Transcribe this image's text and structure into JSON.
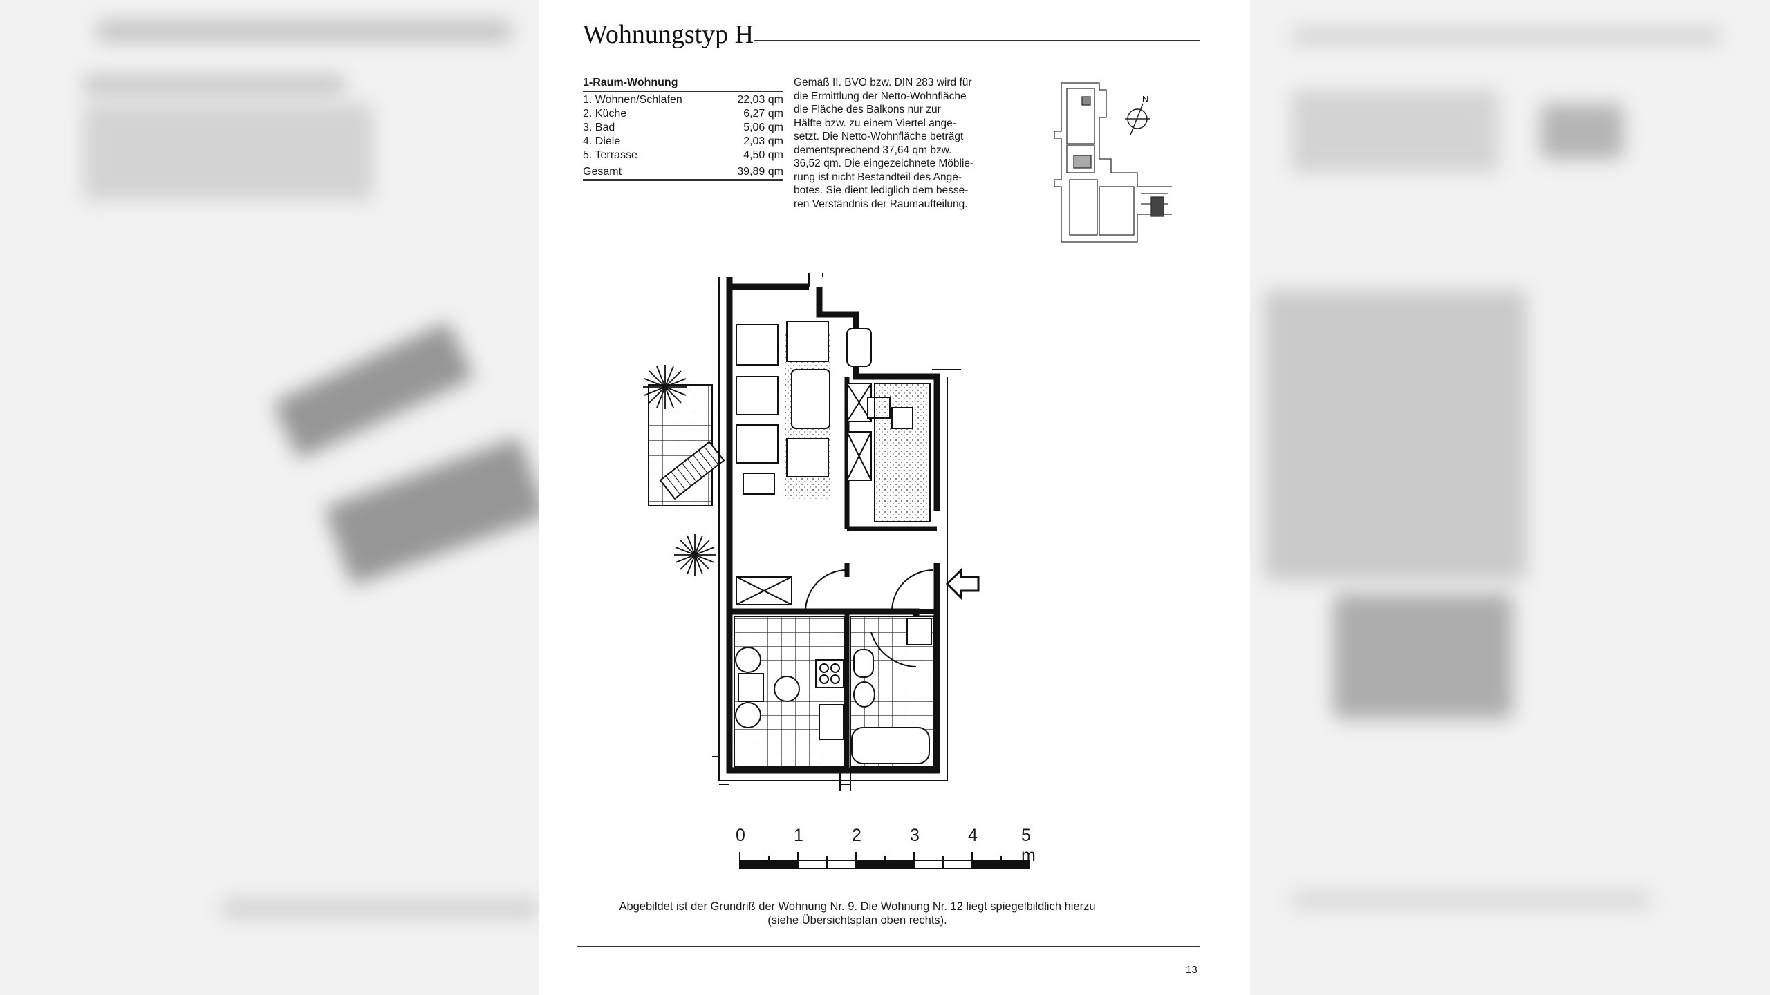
{
  "document": {
    "title": "Wohnungstyp H",
    "areas": {
      "heading": "1-Raum-Wohnung",
      "rows": [
        {
          "label": "1. Wohnen/Schlafen",
          "value": "22,03 qm"
        },
        {
          "label": "2. Küche",
          "value": "6,27 qm"
        },
        {
          "label": "3. Bad",
          "value": "5,06 qm"
        },
        {
          "label": "4. Diele",
          "value": "2,03 qm"
        },
        {
          "label": "5. Terrasse",
          "value": "4,50 qm"
        }
      ],
      "total_label": "Gesamt",
      "total_value": "39,89 qm"
    },
    "note_lines": [
      "Gemäß II. BVO bzw. DIN 283 wird für",
      "die Ermittlung der Netto-Wohnfläche",
      "die Fläche des Balkons nur zur",
      "Hälfte bzw. zu einem Viertel ange-",
      "setzt. Die Netto-Wohnfläche beträgt",
      "dementsprechend 37,64 qm bzw.",
      "36,52 qm. Die eingezeichnete Möblie-",
      "rung ist nicht Bestandteil des Ange-",
      "botes. Sie dient lediglich dem besse-",
      "ren Verständnis der Raumaufteilung."
    ],
    "compass_label": "N",
    "scale": {
      "labels": [
        "0",
        "1",
        "2",
        "3",
        "4",
        "5 m"
      ]
    },
    "caption_line1": "Abgebildet ist der Grundriß der Wohnung Nr. 9. Die Wohnung Nr. 12 liegt spiegelbildlich hierzu",
    "caption_line2": "(siehe Übersichtsplan oben rechts).",
    "page_number": "13"
  }
}
